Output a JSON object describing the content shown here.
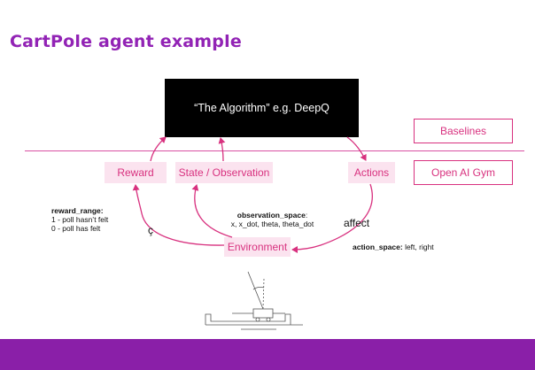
{
  "title": "CartPole agent example",
  "algorithm_box": "“The Algorithm” e.g. DeepQ",
  "layers": {
    "baselines": "Baselines",
    "gym": "Open AI Gym"
  },
  "nodes": {
    "reward": "Reward",
    "state": "State / Observation",
    "actions": "Actions",
    "environment": "Environment"
  },
  "annotations": {
    "reward_range_label": "reward_range:",
    "reward_range_line1": "1 - poll hasn’t felt",
    "reward_range_line2": "0 - poll has felt",
    "observation_space_label": "observation_space",
    "observation_space_values": "x, x_dot, theta, theta_dot",
    "affect": "affect",
    "c_glyph": "ç",
    "action_space_label": "action_space:",
    "action_space_values": " left, right"
  },
  "colors": {
    "title": "#9223b5",
    "accent": "#d8317f",
    "node_fill": "#fbe3ef",
    "algorithm_fill": "#000000",
    "footer": "#8a1fa8"
  },
  "icons": {
    "cartpole_figure": "cartpole-diagram-icon"
  }
}
